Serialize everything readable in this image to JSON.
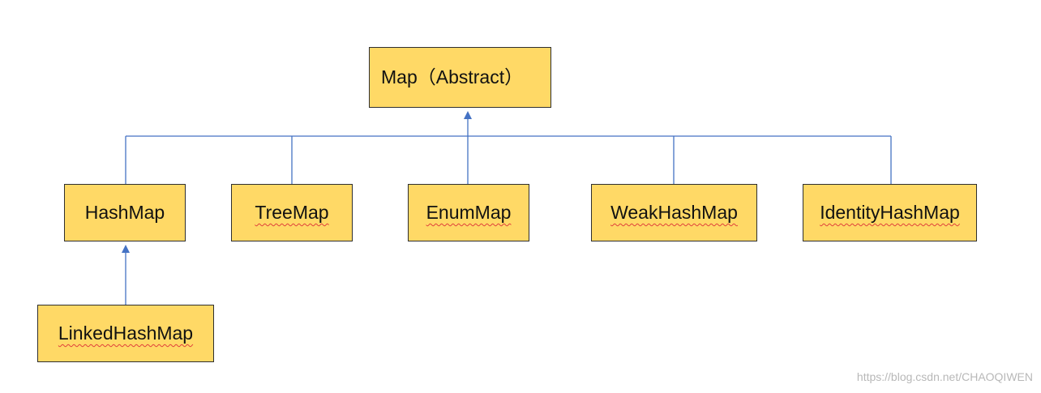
{
  "diagram": {
    "root": {
      "label": "Map（Abstract）"
    },
    "children": [
      {
        "id": "hashmap",
        "label": "HashMap"
      },
      {
        "id": "treemap",
        "label": "TreeMap"
      },
      {
        "id": "enummap",
        "label": "EnumMap"
      },
      {
        "id": "weakhashmap",
        "label": "WeakHashMap"
      },
      {
        "id": "identityhashmap",
        "label": "IdentityHashMap"
      }
    ],
    "grandchild": {
      "label": "LinkedHashMap",
      "parent": "HashMap"
    },
    "colors": {
      "node_fill": "#ffd966",
      "node_border": "#2f2f2f",
      "connector": "#4472c4",
      "spellcheck_underline": "#e0403a"
    }
  },
  "watermark": "https://blog.csdn.net/CHAOQIWEN"
}
